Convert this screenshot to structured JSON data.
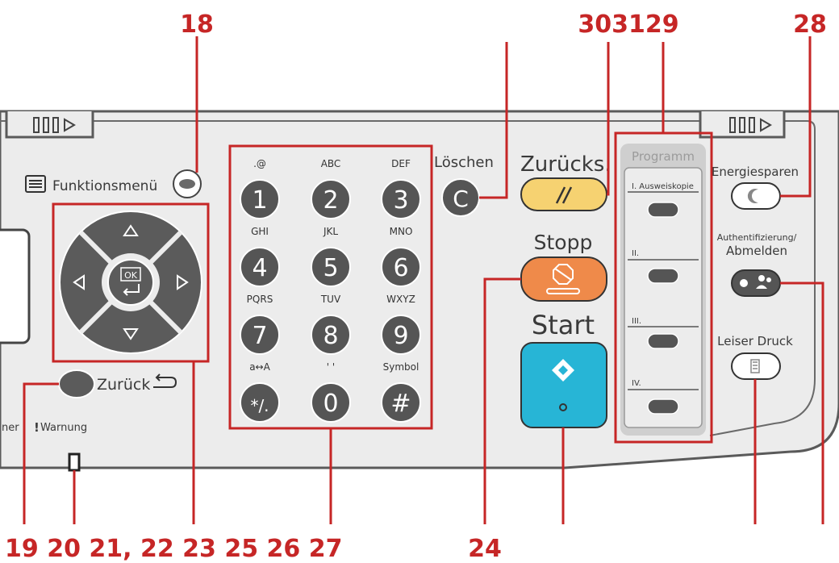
{
  "callouts": {
    "top_18": "18",
    "top_303129": "303129",
    "top_28": "28",
    "bottom_left": "19 20 21, 22 23 25 26 27",
    "bottom_24": "24"
  },
  "panel": {
    "funktionsmenu": "Funktionsmenü",
    "zurueck": "Zurück",
    "warnung": "Warnung",
    "warnung_prefix": "ner",
    "loeschen": "Löschen",
    "clear_key": "C",
    "zuruecks": "Zurücks.",
    "stopp": "Stopp",
    "start": "Start",
    "programm": "Programm",
    "prog_1": "I. Ausweiskopie",
    "prog_2": "II.",
    "prog_3": "III.",
    "prog_4": "IV.",
    "energiesparen": "Energiesparen",
    "auth_line1": "Authentifizierung/",
    "auth_line2": "Abmelden",
    "leiser_druck": "Leiser Druck",
    "ok_key": "OK"
  },
  "keypad": [
    {
      "sub": ".@",
      "key": "1"
    },
    {
      "sub": "ABC",
      "key": "2"
    },
    {
      "sub": "DEF",
      "key": "3"
    },
    {
      "sub": "GHI",
      "key": "4"
    },
    {
      "sub": "JKL",
      "key": "5"
    },
    {
      "sub": "MNO",
      "key": "6"
    },
    {
      "sub": "PQRS",
      "key": "7"
    },
    {
      "sub": "TUV",
      "key": "8"
    },
    {
      "sub": "WXYZ",
      "key": "9"
    },
    {
      "sub": "a↔A",
      "key": "*/."
    },
    {
      "sub": "' '",
      "key": "0"
    },
    {
      "sub": "Symbol",
      "key": "#"
    }
  ],
  "colors": {
    "callout": "#c62626",
    "panel_bg": "#ececec",
    "panel_edge": "#5a5a5a",
    "key_dark": "#555555",
    "reset_key": "#f6d271",
    "stop_key": "#ef8a4a",
    "start_key": "#27b5d6",
    "programm_bg": "#cfcfcf"
  }
}
